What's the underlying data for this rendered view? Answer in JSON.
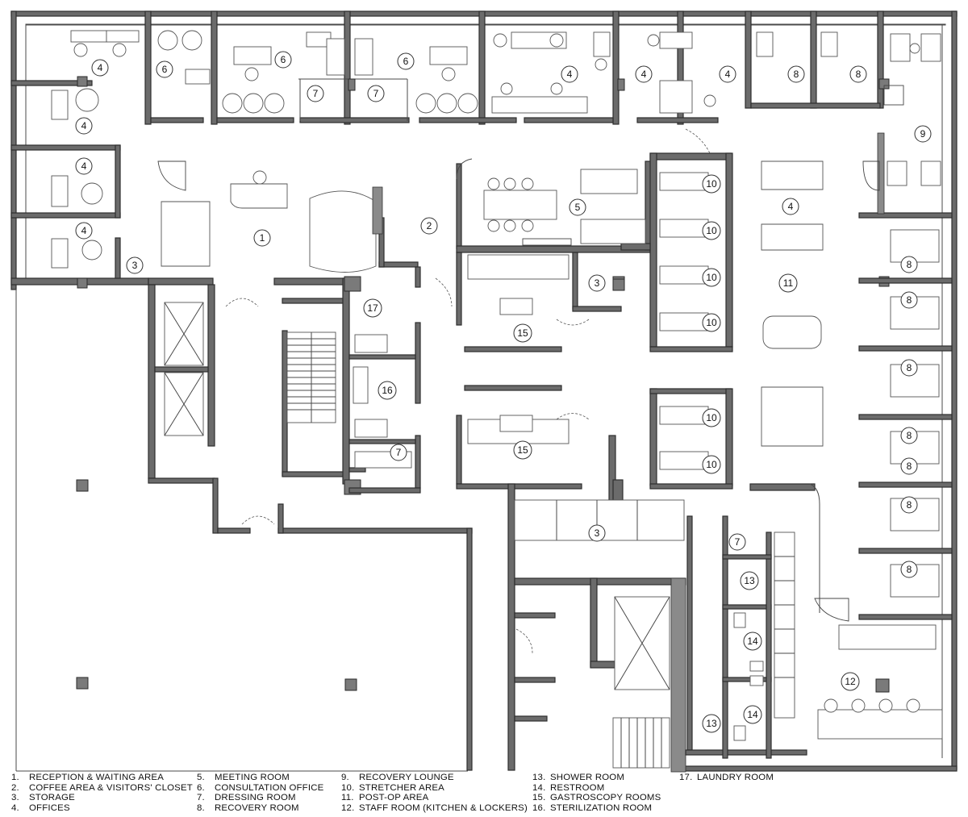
{
  "rooms": [
    {
      "n": "4"
    },
    {
      "n": "6"
    },
    {
      "n": "6"
    },
    {
      "n": "6"
    },
    {
      "n": "7"
    },
    {
      "n": "7"
    },
    {
      "n": "4"
    },
    {
      "n": "4"
    },
    {
      "n": "4"
    },
    {
      "n": "8"
    },
    {
      "n": "8"
    },
    {
      "n": "4"
    },
    {
      "n": "4"
    },
    {
      "n": "4"
    },
    {
      "n": "3"
    },
    {
      "n": "1"
    },
    {
      "n": "2"
    },
    {
      "n": "5"
    },
    {
      "n": "9"
    },
    {
      "n": "4"
    },
    {
      "n": "10"
    },
    {
      "n": "10"
    },
    {
      "n": "10"
    },
    {
      "n": "10"
    },
    {
      "n": "10"
    },
    {
      "n": "10"
    },
    {
      "n": "11"
    },
    {
      "n": "3"
    },
    {
      "n": "15"
    },
    {
      "n": "17"
    },
    {
      "n": "16"
    },
    {
      "n": "7"
    },
    {
      "n": "15"
    },
    {
      "n": "8"
    },
    {
      "n": "8"
    },
    {
      "n": "8"
    },
    {
      "n": "8"
    },
    {
      "n": "8"
    },
    {
      "n": "8"
    },
    {
      "n": "8"
    },
    {
      "n": "3"
    },
    {
      "n": "7"
    },
    {
      "n": "13"
    },
    {
      "n": "14"
    },
    {
      "n": "14"
    },
    {
      "n": "13"
    },
    {
      "n": "12"
    }
  ],
  "legend": [
    {
      "num": "1.",
      "label": "RECEPTION & WAITING AREA"
    },
    {
      "num": "2.",
      "label": "COFFEE AREA & VISITORS' CLOSET"
    },
    {
      "num": "3.",
      "label": "STORAGE"
    },
    {
      "num": "4.",
      "label": "OFFICES"
    },
    {
      "num": "5.",
      "label": "MEETING ROOM"
    },
    {
      "num": "6.",
      "label": "CONSULTATION OFFICE"
    },
    {
      "num": "7.",
      "label": "DRESSING ROOM"
    },
    {
      "num": "8.",
      "label": "RECOVERY ROOM"
    },
    {
      "num": "9.",
      "label": "RECOVERY LOUNGE"
    },
    {
      "num": "10.",
      "label": "STRETCHER AREA"
    },
    {
      "num": "11.",
      "label": "POST-OP AREA"
    },
    {
      "num": "12.",
      "label": "STAFF ROOM (KITCHEN & LOCKERS)"
    },
    {
      "num": "13.",
      "label": "SHOWER ROOM"
    },
    {
      "num": "14.",
      "label": "RESTROOM"
    },
    {
      "num": "15.",
      "label": "GASTROSCOPY ROOMS"
    },
    {
      "num": "16.",
      "label": "STERILIZATION ROOM"
    },
    {
      "num": "17.",
      "label": "LAUNDRY ROOM"
    }
  ]
}
